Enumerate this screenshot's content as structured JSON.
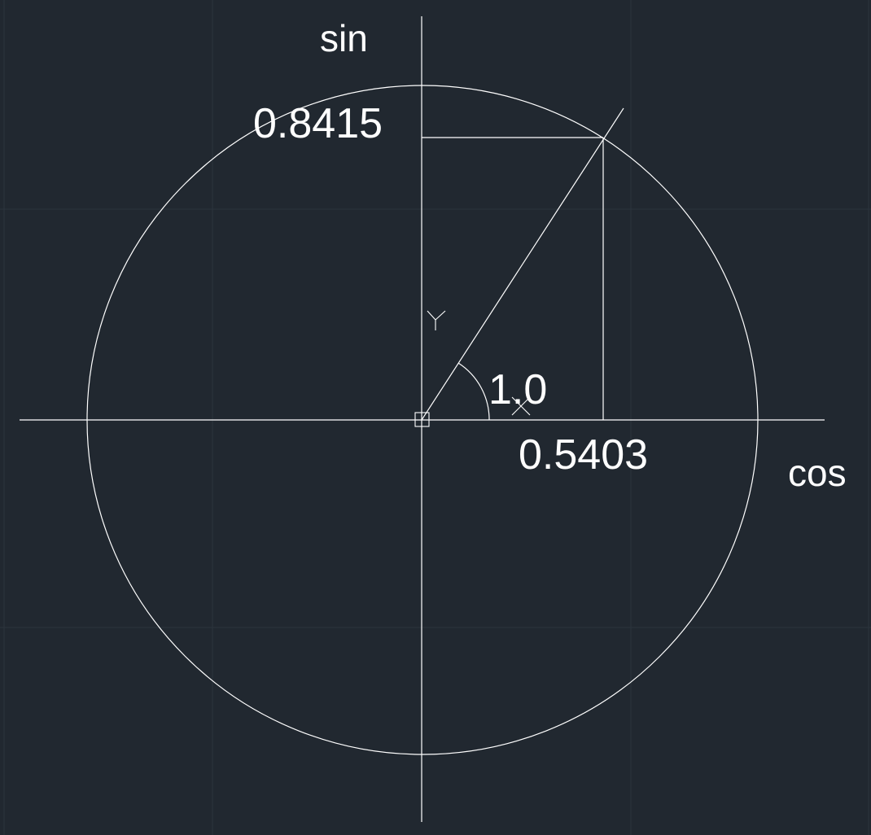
{
  "labels": {
    "sin_axis": "sin",
    "cos_axis": "cos",
    "sin_value": "0.8415",
    "cos_value": "0.5403",
    "angle_value": "1.0"
  },
  "ucs_icon": {
    "y_letter": "Y",
    "x_letter": "X"
  },
  "geometry_values": {
    "angle_radians": 1.0,
    "cos": 0.5403,
    "sin": 0.8415,
    "radius": 1.0
  },
  "colors": {
    "background": "#212830",
    "grid": "#2c343d",
    "lines": "#ffffff",
    "text": "#ffffff"
  }
}
